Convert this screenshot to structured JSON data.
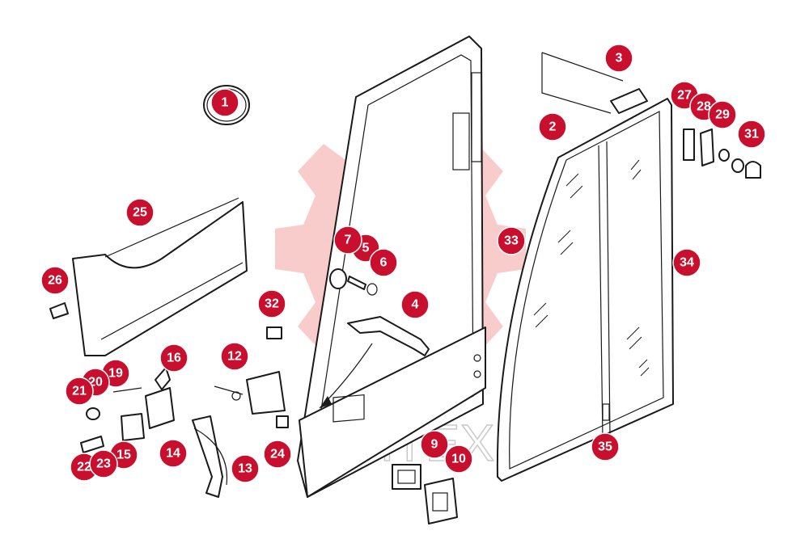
{
  "watermark": {
    "text": "VIHTEX",
    "color": "#f4a3a3"
  },
  "callout_color": "#c8102e",
  "callouts": [
    {
      "label": "1"
    },
    {
      "label": "2"
    },
    {
      "label": "3"
    },
    {
      "label": "4"
    },
    {
      "label": "5"
    },
    {
      "label": "6"
    },
    {
      "label": "7"
    },
    {
      "label": "9"
    },
    {
      "label": "10"
    },
    {
      "label": "12"
    },
    {
      "label": "13"
    },
    {
      "label": "14"
    },
    {
      "label": "15"
    },
    {
      "label": "16"
    },
    {
      "label": "19"
    },
    {
      "label": "20"
    },
    {
      "label": "21"
    },
    {
      "label": "22"
    },
    {
      "label": "23"
    },
    {
      "label": "24"
    },
    {
      "label": "25"
    },
    {
      "label": "26"
    },
    {
      "label": "27"
    },
    {
      "label": "28"
    },
    {
      "label": "29"
    },
    {
      "label": "31"
    },
    {
      "label": "32"
    },
    {
      "label": "33"
    },
    {
      "label": "34"
    },
    {
      "label": "35"
    }
  ]
}
